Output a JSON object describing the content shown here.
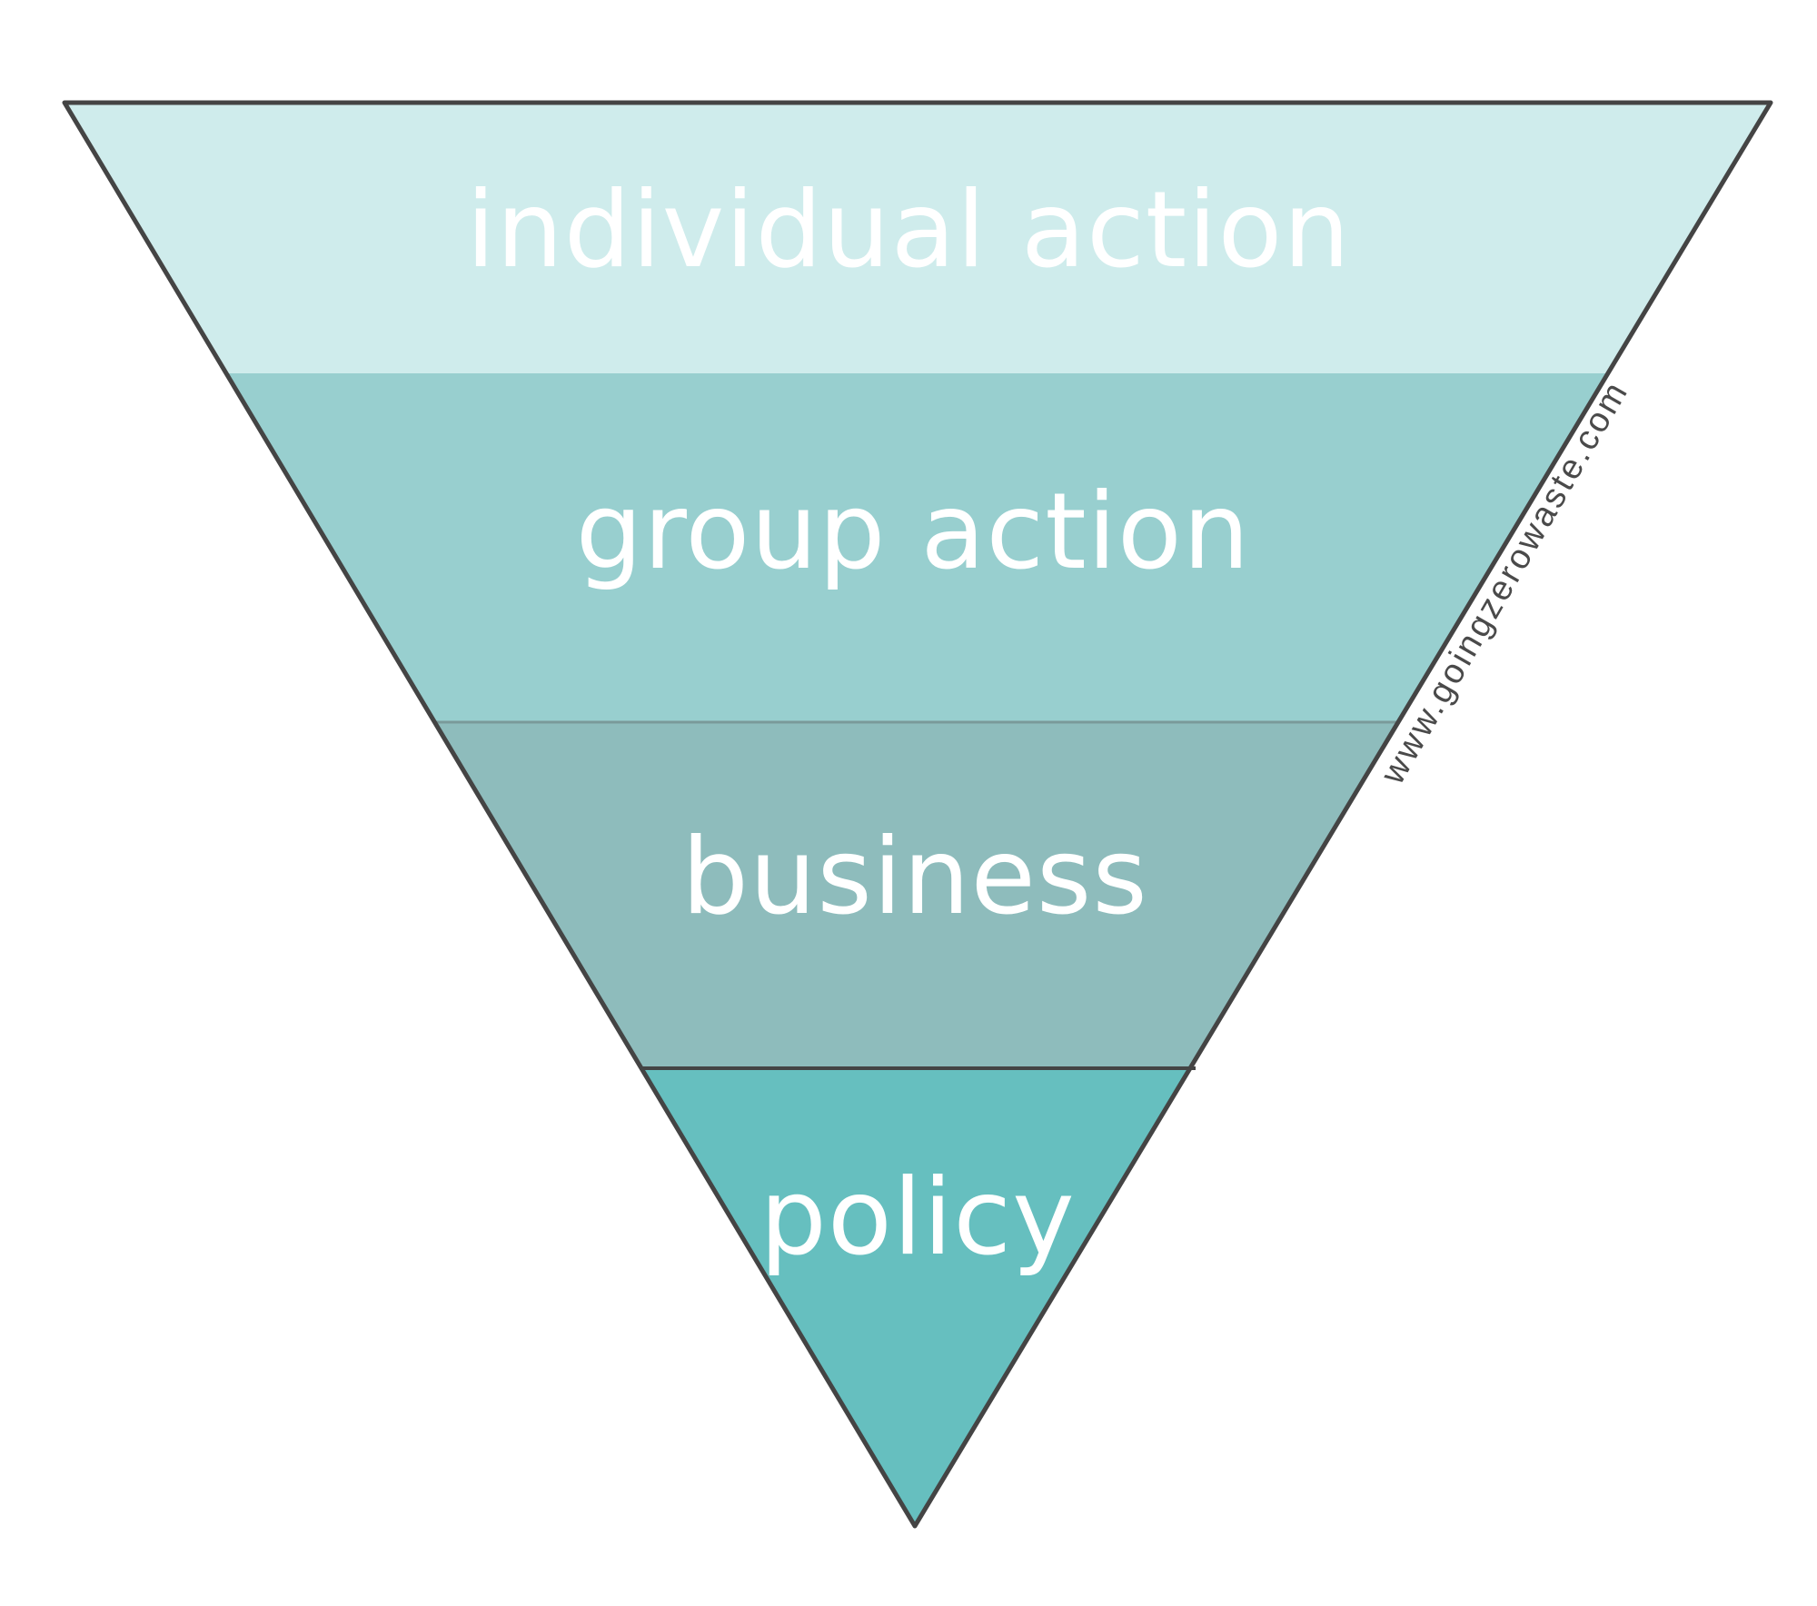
{
  "diagram": {
    "layers": [
      {
        "id": "individual-action",
        "label": "individual action",
        "color": "#cfecec"
      },
      {
        "id": "group-action",
        "label": "group action",
        "color": "#98cfcf"
      },
      {
        "id": "business",
        "label": "business",
        "color": "#8ebcbc"
      },
      {
        "id": "policy",
        "label": "policy",
        "color": "#66bfbf"
      }
    ],
    "outline_color": "#444444",
    "watermark": "www.goingzerowaste.com"
  }
}
